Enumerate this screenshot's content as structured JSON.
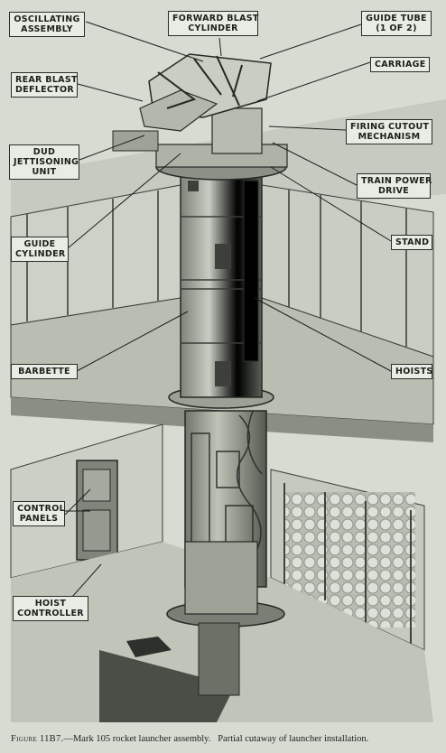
{
  "callouts": {
    "oscillating_assembly": [
      "OSCILLATING",
      "ASSEMBLY"
    ],
    "forward_blast_cylinder": [
      "FORWARD BLAST",
      "CYLINDER"
    ],
    "guide_tube": [
      "GUIDE TUBE",
      "(1 OF 2)"
    ],
    "rear_blast_deflector": [
      "REAR BLAST",
      "DEFLECTOR"
    ],
    "carriage": [
      "CARRIAGE"
    ],
    "firing_cutout_mechanism": [
      "FIRING CUTOUT",
      "MECHANISM"
    ],
    "dud_jettisoning_unit": [
      "DUD",
      "JETTISONING",
      "UNIT"
    ],
    "train_power_drive": [
      "TRAIN POWER",
      "DRIVE"
    ],
    "stand": [
      "STAND"
    ],
    "guide_cylinder": [
      "GUIDE",
      "CYLINDER"
    ],
    "barbette": [
      "BARBETTE"
    ],
    "hoists": [
      "HOISTS"
    ],
    "control_panels": [
      "CONTROL",
      "PANELS"
    ],
    "hoist_controller": [
      "HOIST",
      "CONTROLLER"
    ]
  },
  "caption": {
    "figure_label": "Figure 11B7.",
    "text": "—Mark 105 rocket launcher assembly.   Partial cutaway of launcher installation."
  },
  "colors": {
    "background": "#d7dbd2",
    "ink": "#1d1f1b",
    "wall": "#cfd4ca",
    "shadow": "#6f746b"
  }
}
